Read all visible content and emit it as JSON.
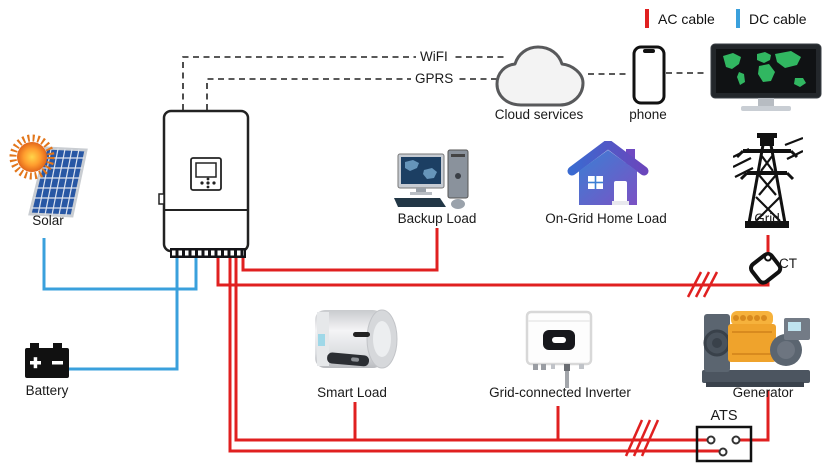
{
  "legend": {
    "ac": {
      "label": "AC cable",
      "color": "#e02020"
    },
    "dc": {
      "label": "DC cable",
      "color": "#3aa0dc"
    }
  },
  "comms": {
    "wifi": "WiFI",
    "gprs": "GPRS",
    "cloud": "Cloud services",
    "phone": "phone"
  },
  "nodes": {
    "solar": "Solar",
    "battery": "Battery",
    "backup_load": "Backup Load",
    "home_load": "On-Grid Home Load",
    "grid": "Grid",
    "ct": "CT",
    "smart_load": "Smart Load",
    "grid_inverter": "Grid-connected Inverter",
    "generator": "Generator",
    "ats": "ATS"
  },
  "colors": {
    "ac_cable": "#e02020",
    "dc_cable": "#3aa0dc",
    "comm_line": "#222222",
    "house_gradient_start": "#3b7fd4",
    "house_gradient_end": "#7b52c4",
    "generator_engine": "#efa32c",
    "monitor_map_green": "#35c96a"
  }
}
